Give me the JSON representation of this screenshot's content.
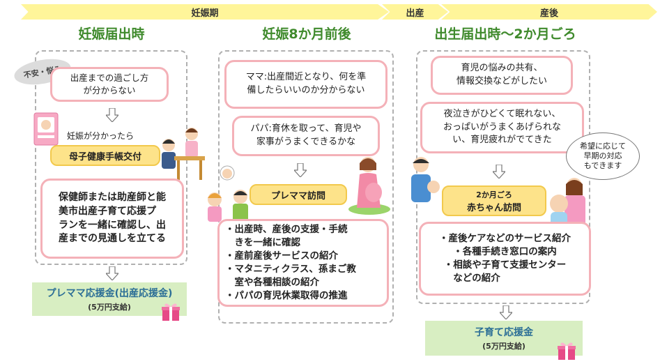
{
  "phases": {
    "pregnancy": "妊娠期",
    "birth": "出産",
    "postpartum": "産後"
  },
  "col1": {
    "title": "妊娠届出時",
    "worry_tag": "不安・悩み",
    "worry": "出産までの過ごし方\nが分からない",
    "caption": "妊娠が分かったら",
    "handbook": "母子健康手帳交付",
    "consult": "保健師または助産師と能\n美市出産子育て応援プ\nランを一緒に確認し、出\n産までの見通しを立てる",
    "support_main": "プレママ応援金(出産応援金)",
    "support_sub": "(5万円支給)"
  },
  "col2": {
    "title": "妊娠8か月前後",
    "mama": "ママ:出産間近となり、何を準\n備したらいいのか分からない",
    "papa": "パパ:育休を取って、育児や\n家事がうまくできるかな",
    "visit": "プレママ訪問",
    "items": [
      "・出産時、産後の支援・手続\n　きを一緒に確認",
      "・産前産後サービスの紹介",
      "・マタニティクラス、孫まご教\n　室や各種相談の紹介",
      "・パパの育児休業取得の推進"
    ]
  },
  "col3": {
    "title": "出生届出時～2か月ごろ",
    "share": "育児の悩みの共有、\n情報交換などがしたい",
    "night": "夜泣きがひどくて眠れない、\nおっぱいがうまくあげられな\nい、育児疲れがでてきた",
    "speech": "希望に応じて\n早期の対応\nもできます",
    "visit_line1": "2か月ごろ",
    "visit_line2": "赤ちゃん訪問",
    "items": [
      "・産後ケアなどのサービス紹介",
      "・各種手続き窓口の案内",
      "・相談や子育て支援センター\n　などの紹介"
    ],
    "support_main": "子育て応援金",
    "support_sub": "(5万円支給)"
  },
  "colors": {
    "phase": "#fff59a",
    "title": "#3f8a2c",
    "pink_border": "#f4b1b8",
    "yellow": "#fde38a",
    "green": "#d8eec2"
  }
}
